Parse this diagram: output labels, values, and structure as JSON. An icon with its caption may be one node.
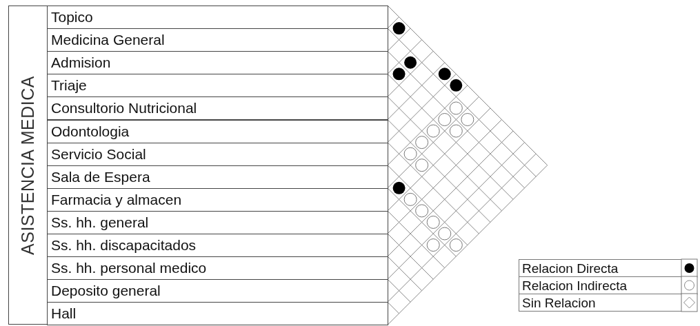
{
  "diagram": {
    "nodes": [
      {
        "text": [
          "ASISTENCIA MEDICA"
        ]
      },
      {
        "text": [
          "Topico"
        ]
      },
      {
        "text": [
          "Medicina General"
        ]
      },
      {
        "text": [
          "Admision"
        ]
      },
      {
        "text": [
          "Triaje"
        ]
      },
      {
        "text": [
          "Consultorio Nutricional"
        ]
      },
      {
        "text": [
          "Odontologia"
        ]
      },
      {
        "text": [
          "Servicio Social"
        ]
      },
      {
        "text": [
          "Sala de Espera"
        ]
      },
      {
        "text": [
          "Farmacia y almacen"
        ]
      },
      {
        "text": [
          "Ss. hh. general"
        ]
      },
      {
        "text": [
          "Ss. hh. discapacitados"
        ]
      },
      {
        "text": [
          "Ss. hh. personal medico"
        ]
      },
      {
        "text": [
          "Deposito general"
        ]
      },
      {
        "text": [
          "Hall"
        ]
      }
    ],
    "legend": [
      {
        "text": "Relacion Directa"
      },
      {
        "text": "Relacion Indirecta"
      },
      {
        "text": "Sin Relacion"
      }
    ]
  }
}
